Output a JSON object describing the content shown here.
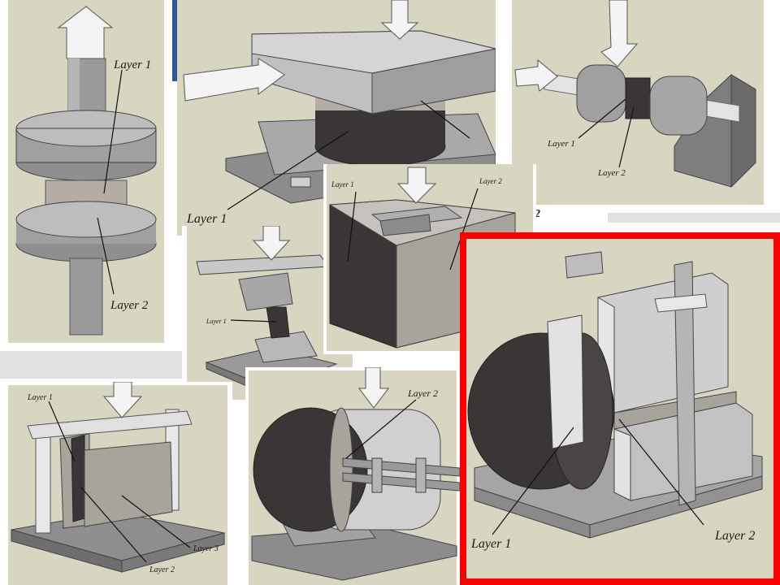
{
  "panels": {
    "shaft": {
      "label_top": "Layer 1",
      "label_bottom": "Layer 2"
    },
    "press": {
      "label": "Layer 1"
    },
    "rotary": {
      "label_1": "Layer 1",
      "label_2": "Layer 2"
    },
    "tilt": {
      "label": "Layer 1"
    },
    "block": {
      "label_1": "Layer 1",
      "label_2": "Layer 2"
    },
    "three_layer": {
      "label_1": "Layer 1",
      "label_2": "Layer 2",
      "label_3": "Layer 3"
    },
    "cylinder": {
      "label": "Layer 2"
    },
    "highlighted": {
      "label_1": "Layer 1",
      "label_2": "Layer 2"
    }
  },
  "fragments": {
    "cut_label": "2"
  },
  "colors": {
    "background": "#d8d6c0",
    "highlight": "#ff0000",
    "layer1": "#3a3636",
    "layer2": "#a8a49c"
  }
}
